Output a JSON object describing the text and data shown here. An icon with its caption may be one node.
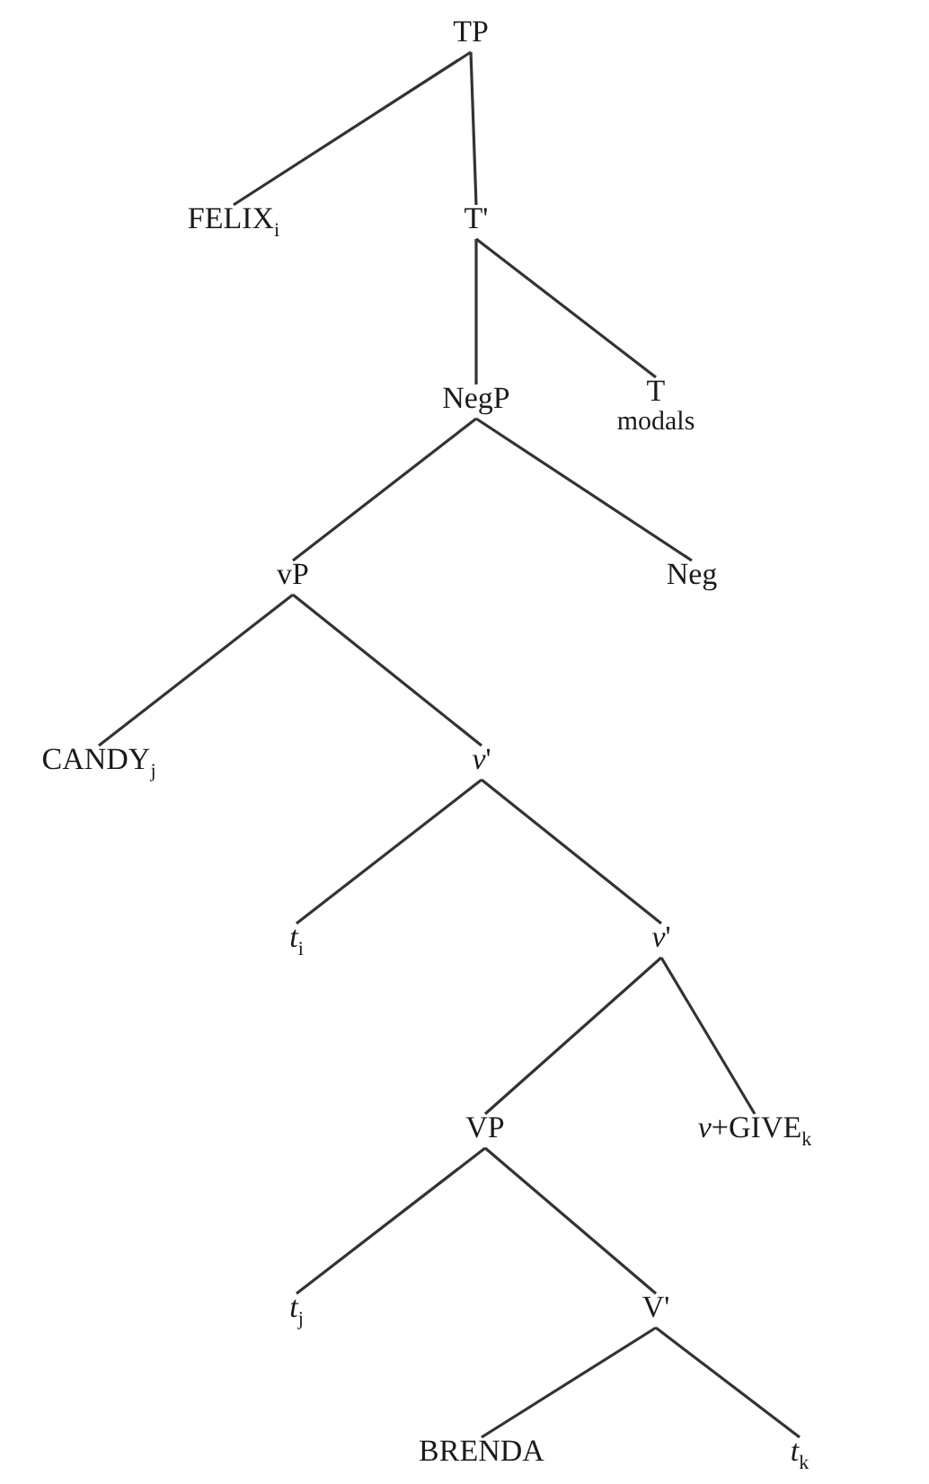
{
  "diagram": {
    "nodes": [
      {
        "text": [
          "TP"
        ]
      },
      {
        "text": [
          "FELIX$_{i}$"
        ]
      },
      {
        "text": [
          "T'"
        ]
      },
      {
        "text": [
          "NegP"
        ]
      },
      {
        "text": [
          "T",
          "modals"
        ]
      },
      {
        "text": [
          "vP"
        ]
      },
      {
        "text": [
          "Neg"
        ]
      },
      {
        "text": [
          "CANDY$_{j}$"
        ]
      },
      {
        "text": [
          "*v*'"
        ]
      },
      {
        "text": [
          "*t*$_{i}$"
        ]
      },
      {
        "text": [
          "*v*'"
        ]
      },
      {
        "text": [
          "VP"
        ]
      },
      {
        "text": [
          "*v*+GIVE$_{k}$"
        ]
      },
      {
        "text": [
          "*t*$_{j}$"
        ]
      },
      {
        "text": [
          "V'"
        ]
      },
      {
        "text": [
          "BRENDA"
        ]
      },
      {
        "text": [
          "*t*$_{k}$"
        ]
      }
    ],
    "edges": [
      {
        "from": 0,
        "to": 1,
        "arrow": "none"
      },
      {
        "from": 0,
        "to": 2,
        "arrow": "none"
      },
      {
        "from": 2,
        "to": 3,
        "arrow": "none"
      },
      {
        "from": 2,
        "to": 4,
        "arrow": "none"
      },
      {
        "from": 3,
        "to": 5,
        "arrow": "none"
      },
      {
        "from": 3,
        "to": 6,
        "arrow": "none"
      },
      {
        "from": 5,
        "to": 7,
        "arrow": "none"
      },
      {
        "from": 5,
        "to": 8,
        "arrow": "none"
      },
      {
        "from": 8,
        "to": 9,
        "arrow": "none"
      },
      {
        "from": 8,
        "to": 10,
        "arrow": "none"
      },
      {
        "from": 10,
        "to": 11,
        "arrow": "none"
      },
      {
        "from": 10,
        "to": 12,
        "arrow": "none"
      },
      {
        "from": 11,
        "to": 13,
        "arrow": "none"
      },
      {
        "from": 11,
        "to": 14,
        "arrow": "none"
      },
      {
        "from": 14,
        "to": 15,
        "arrow": "none"
      },
      {
        "from": 14,
        "to": 16,
        "arrow": "none"
      }
    ]
  }
}
